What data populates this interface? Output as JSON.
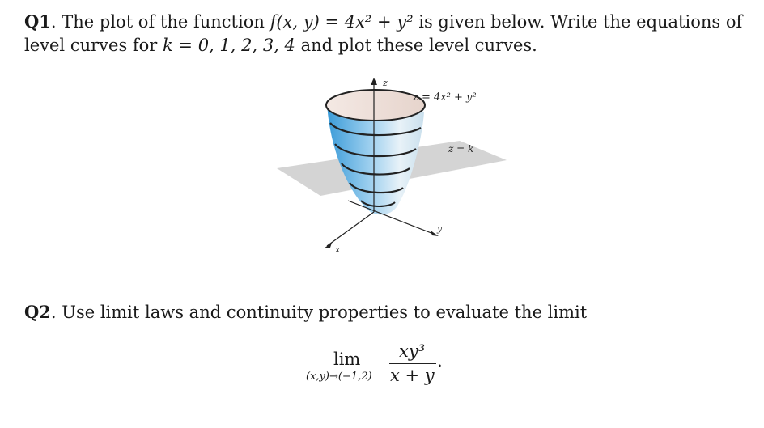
{
  "q1": {
    "label": "Q1",
    "text_a": ". The plot of the function ",
    "func": "f(x, y) = 4x² + y²",
    "text_b": " is given below. Write the equations of level curves for ",
    "kvals": "k = 0, 1, 2, 3, 4",
    "text_c": " and plot these level curves."
  },
  "figure": {
    "z_axis": "z",
    "x_axis": "x",
    "y_axis": "y",
    "surface_label": "z = 4x² + y²",
    "plane_label": "z = k",
    "colors": {
      "surface": "#4aa9df",
      "plane": "#d0d0d0",
      "curve": "#1a1a1a"
    }
  },
  "q2": {
    "label": "Q2",
    "text": ". Use limit laws and continuity properties to evaluate the limit"
  },
  "limit": {
    "lim": "lim",
    "sub": "(x,y)→(−1,2)",
    "numerator": "xy³",
    "denominator": "x + y",
    "end": "."
  }
}
